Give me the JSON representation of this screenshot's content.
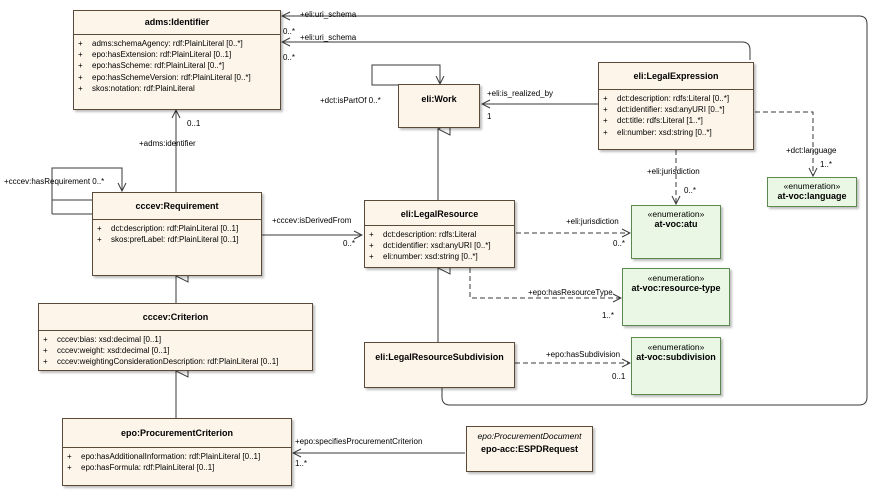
{
  "classes": {
    "adms_identifier": {
      "name": "adms:Identifier",
      "attributes": [
        "adms:schemaAgency: rdf:PlainLiteral [0..*]",
        "epo:hasExtension: rdf:PlainLiteral [0..1]",
        "epo:hasScheme: rdf:PlainLiteral [0..*]",
        "epo:hasSchemeVersion: rdf:PlainLiteral [0..*]",
        "skos:notation: rdf:PlainLiteral"
      ]
    },
    "eli_work": {
      "name": "eli:Work"
    },
    "eli_legal_expression": {
      "name": "eli:LegalExpression",
      "attributes": [
        "dct:description: rdfs:Literal [0..*]",
        "dct:identifier: xsd:anyURI [0..*]",
        "dct:title: rdfs:Literal [1..*]",
        "eli:number: xsd:string [0..*]"
      ]
    },
    "cccev_requirement": {
      "name": "cccev:Requirement",
      "attributes": [
        "dct:description: rdf:PlainLiteral [0..1]",
        "skos:prefLabel: rdf:PlainLiteral [0..1]"
      ]
    },
    "eli_legal_resource": {
      "name": "eli:LegalResource",
      "attributes": [
        "dct:description: rdfs:Literal",
        "dct:identifier: xsd:anyURI [0..*]",
        "eli:number: xsd:string [0..*]"
      ]
    },
    "cccev_criterion": {
      "name": "cccev:Criterion",
      "attributes": [
        "cccev:bias: xsd:decimal [0..1]",
        "cccev:weight: xsd:decimal [0..1]",
        "cccev:weightingConsiderationDescription: rdf:PlainLiteral [0..1]"
      ]
    },
    "eli_legal_resource_subdivision": {
      "name": "eli:LegalResourceSubdivision"
    },
    "epo_procurement_criterion": {
      "name": "epo:ProcurementCriterion",
      "attributes": [
        "epo:hasAdditionalInformation: rdf:PlainLiteral [0..1]",
        "epo:hasFormula: rdf:PlainLiteral [0..1]"
      ]
    },
    "espd_request": {
      "parent": "epo:ProcurementDocument",
      "name": "epo-acc:ESPDRequest"
    }
  },
  "enumerations": {
    "stereotype": "«enumeration»",
    "language": "at-voc:language",
    "atu": "at-voc:atu",
    "resource_type": "at-voc:resource-type",
    "subdivision": "at-voc:subdivision"
  },
  "visibility": "+",
  "labels": {
    "uri_schema_1": "+eli:uri_schema",
    "uri_schema_2": "+eli:uri_schema",
    "mult_uri_1": "0..*",
    "mult_uri_2": "0..*",
    "is_part_of": "+dct:isPartOf 0..*",
    "is_realized_by": "+eli:is_realized_by",
    "mult_realized": "1",
    "dct_language": "+dct:language",
    "mult_language": "1..*",
    "jurisdiction_1": "+eli:jurisdiction",
    "mult_jur_1": "0..*",
    "jurisdiction_2": "+eli:jurisdiction",
    "mult_jur_2": "0..*",
    "mult_identifier": "0..1",
    "adms_identifier": "+adms:identifier",
    "has_requirement": "+cccev:hasRequirement 0..*",
    "is_derived_from": "+cccev:isDerivedFrom",
    "mult_derived": "0..*",
    "has_resource_type": "+epo:hasResourceType",
    "mult_resource_type": "1..*",
    "has_subdivision": "+epo:hasSubdivision",
    "mult_subdivision": "0..1",
    "specifies_criterion": "+epo:specifiesProcurementCriterion",
    "mult_specifies": "1..*"
  },
  "colors": {
    "class_fill": "#fdf5ea",
    "enum_fill": "#e9f7e4",
    "line": "#3a3a3a"
  }
}
